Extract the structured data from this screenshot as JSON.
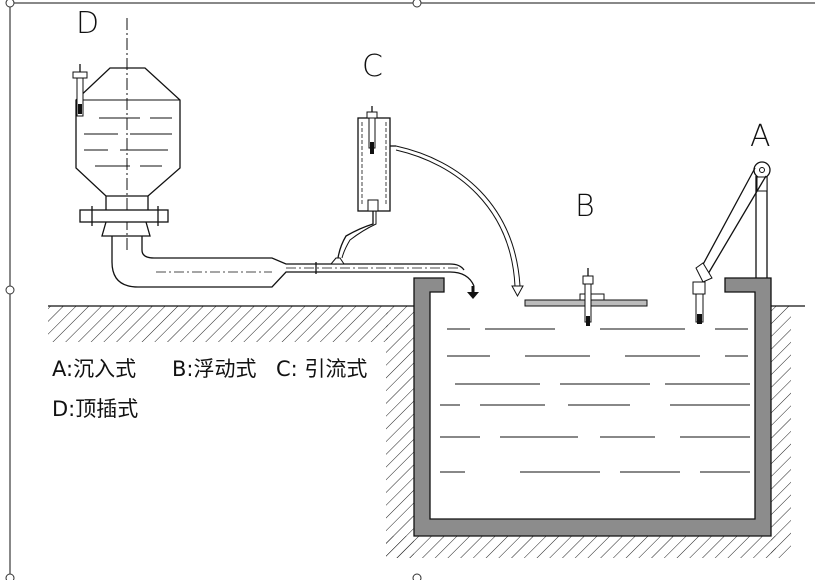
{
  "labels": {
    "d": "D",
    "c": "C",
    "b": "B",
    "a": "A"
  },
  "legend": {
    "line1_a": "A:沉入式",
    "line1_b": "B:浮动式",
    "line1_c": "C: 引流式",
    "line2_d": "D:顶插式"
  },
  "colors": {
    "line": "#111111",
    "tank_wall": "#8c8c8c",
    "background": "#ffffff",
    "float_board": "#bcbcbc"
  }
}
